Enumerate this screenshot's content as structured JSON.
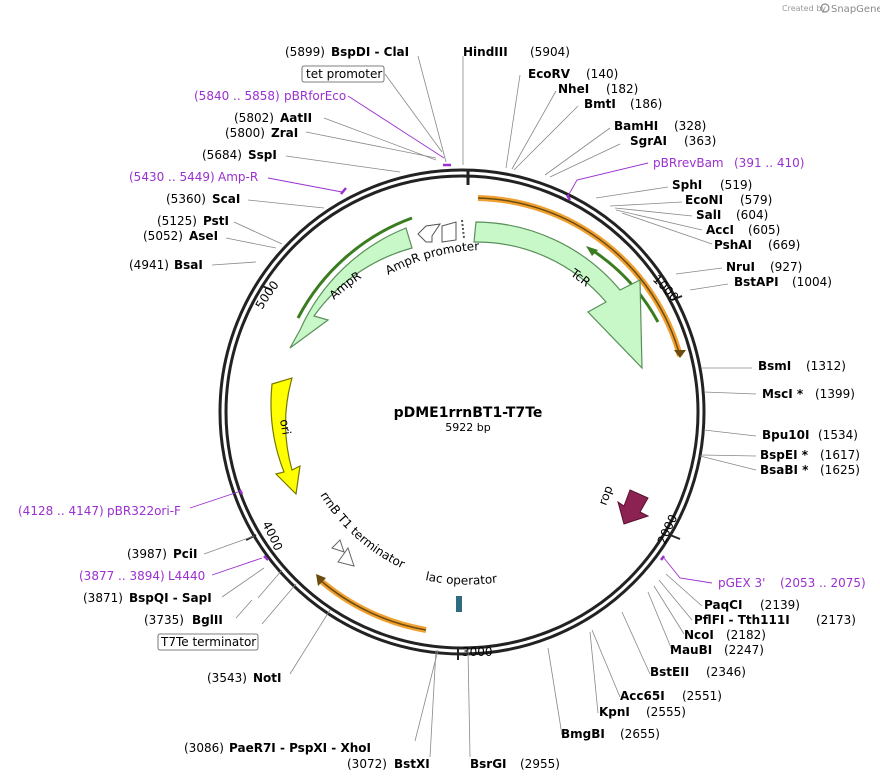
{
  "plasmid": {
    "name": "pDME1rrnBT1-T7Te",
    "length_label": "5922 bp",
    "length": 5922
  },
  "credit": {
    "prefix": "Created by",
    "brand": "SnapGene"
  },
  "ticks": [
    "1000",
    "2000",
    "3000",
    "4000",
    "5000"
  ],
  "sites": [
    {
      "name": "HindIII",
      "num": "(5904)"
    },
    {
      "name": "EcoRV",
      "num": "(140)"
    },
    {
      "name": "NheI",
      "num": "(182)"
    },
    {
      "name": "BmtI",
      "num": "(186)"
    },
    {
      "name": "BamHI",
      "num": "(328)"
    },
    {
      "name": "SgrAI",
      "num": "(363)"
    },
    {
      "name": "SphI",
      "num": "(519)"
    },
    {
      "name": "EcoNI",
      "num": "(579)"
    },
    {
      "name": "SalI",
      "num": "(604)"
    },
    {
      "name": "AccI",
      "num": "(605)"
    },
    {
      "name": "PshAI",
      "num": "(669)"
    },
    {
      "name": "NruI",
      "num": "(927)"
    },
    {
      "name": "BstAPI",
      "num": "(1004)"
    },
    {
      "name": "BsmI",
      "num": "(1312)"
    },
    {
      "name": "MscI *",
      "num": "(1399)"
    },
    {
      "name": "Bpu10I",
      "num": "(1534)"
    },
    {
      "name": "BspEI *",
      "num": "(1617)"
    },
    {
      "name": "BsaBI *",
      "num": "(1625)"
    },
    {
      "name": "PaqCI",
      "num": "(2139)"
    },
    {
      "name": "PflFI  -  Tth111I",
      "num": "(2173)"
    },
    {
      "name": "NcoI",
      "num": "(2182)"
    },
    {
      "name": "MauBI",
      "num": "(2247)"
    },
    {
      "name": "BstEII",
      "num": "(2346)"
    },
    {
      "name": "Acc65I",
      "num": "(2551)"
    },
    {
      "name": "KpnI",
      "num": "(2555)"
    },
    {
      "name": "BmgBI",
      "num": "(2655)"
    },
    {
      "name": "BsrGI",
      "num": "(2955)"
    },
    {
      "name": "BstXI",
      "num": "(3072)"
    },
    {
      "name": "PaeR7I  -  PspXI  -  XhoI",
      "num": "(3086)"
    },
    {
      "name": "NotI",
      "num": "(3543)"
    },
    {
      "name": "BglII",
      "num": "(3735)"
    },
    {
      "name": "BspQI  -  SapI",
      "num": "(3871)"
    },
    {
      "name": "PciI",
      "num": "(3987)"
    },
    {
      "name": "BsaI",
      "num": "(4941)"
    },
    {
      "name": "AseI",
      "num": "(5052)"
    },
    {
      "name": "PstI",
      "num": "(5125)"
    },
    {
      "name": "ScaI",
      "num": "(5360)"
    },
    {
      "name": "SspI",
      "num": "(5684)"
    },
    {
      "name": "ZraI",
      "num": "(5800)"
    },
    {
      "name": "AatII",
      "num": "(5802)"
    },
    {
      "name": "BspDI  -  ClaI",
      "num": "(5899)"
    }
  ],
  "primers": [
    {
      "name": "pBRforEco",
      "range": "(5840 .. 5858)"
    },
    {
      "name": "pBRrevBam",
      "range": "(391 .. 410)"
    },
    {
      "name": "Amp-R",
      "range": "(5430 .. 5449)"
    },
    {
      "name": "pBR322ori-F",
      "range": "(4128 .. 4147)"
    },
    {
      "name": "L4440",
      "range": "(3877 .. 3894)"
    },
    {
      "name": "pGEX 3'",
      "range": "(2053 .. 2075)"
    }
  ],
  "features": {
    "tcr": "TcR",
    "ampr": "AmpR",
    "ampr_promoter": "AmpR promoter",
    "ori": "ori",
    "rop": "rop",
    "rrnb": "rrnB T1 terminator",
    "lac": "lac operator"
  },
  "boxed": {
    "tet_promoter": "tet promoter",
    "t7te": "T7Te terminator"
  },
  "colors": {
    "ring": "#222222",
    "primer": "#9b30d0",
    "feature_fill": "#c8f7c8",
    "feature_stroke": "#5a8f5a",
    "ori_fill": "#ffff00",
    "rop_fill": "#8b2252",
    "orange_arc": "#f0a030",
    "green_arc": "#3a7d20",
    "lac_fill": "#2e6b82"
  }
}
